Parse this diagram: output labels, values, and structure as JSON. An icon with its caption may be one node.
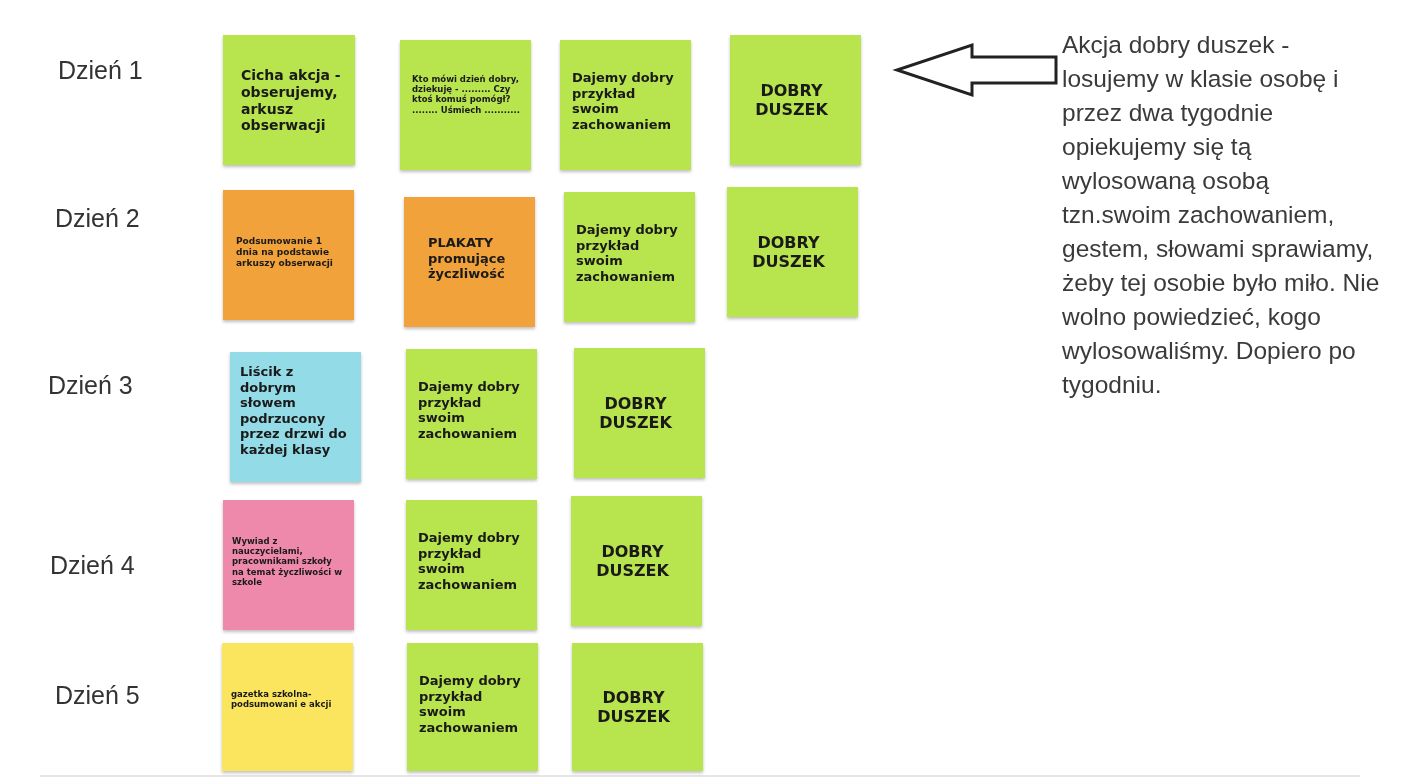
{
  "diagram": {
    "nodes": [
      {
        "text": [
          "Cicha akcja - obserujemy, arkusz obserwacji"
        ]
      },
      {
        "text": [
          "Kto mówi dzień dobry, dziekuję - ......... Czy ktoś komuś pomógł? ........ Uśmiech ..........."
        ]
      },
      {
        "text": [
          "Dajemy dobry przykład swoim zachowaniem"
        ]
      },
      {
        "text": [
          "DOBRY DUSZEK"
        ]
      },
      {
        "text": [
          "Podsumowanie 1 dnia na podstawie arkuszy obserwacji"
        ]
      },
      {
        "text": [
          "PLAKATY promujące życzliwość"
        ]
      },
      {
        "text": [
          "Dajemy dobry przykład swoim zachowaniem"
        ]
      },
      {
        "text": [
          "DOBRY DUSZEK"
        ]
      },
      {
        "text": [
          "Liścik z dobrym słowem podrzucony przez drzwi do każdej klasy"
        ]
      },
      {
        "text": [
          "Dajemy dobry przykład swoim zachowaniem"
        ]
      },
      {
        "text": [
          "DOBRY DUSZEK"
        ]
      },
      {
        "text": [
          "Wywiad z nauczycielami, pracownikami szkoły na temat życzliwości w szkole"
        ]
      },
      {
        "text": [
          "Dajemy dobry przykład swoim zachowaniem"
        ]
      },
      {
        "text": [
          "DOBRY DUSZEK"
        ]
      },
      {
        "text": [
          "gazetka szkolna-podsumowani e akcji"
        ]
      },
      {
        "text": [
          "Dajemy dobry przykład swoim zachowaniem"
        ]
      },
      {
        "text": [
          "DOBRY DUSZEK"
        ]
      },
      {
        "text": [
          "Akcja dobry duszek - losujemy w klasie osobę i przez dwa tygodnie opiekujemy się tą wylosowaną osobą tzn.swoim zachowaniem, gestem, słowami sprawiamy, żeby tej osobie było miło. Nie wolno powiedzieć, kogo wylosowaliśmy. Dopiero po tygodniu."
        ]
      }
    ],
    "edges": [
      {
        "from": 17,
        "to": 3,
        "arrow": "to"
      }
    ],
    "labels": [
      "Dzień 1",
      "Dzień 2",
      "Dzień 3",
      "Dzień 4",
      "Dzień 5"
    ]
  }
}
